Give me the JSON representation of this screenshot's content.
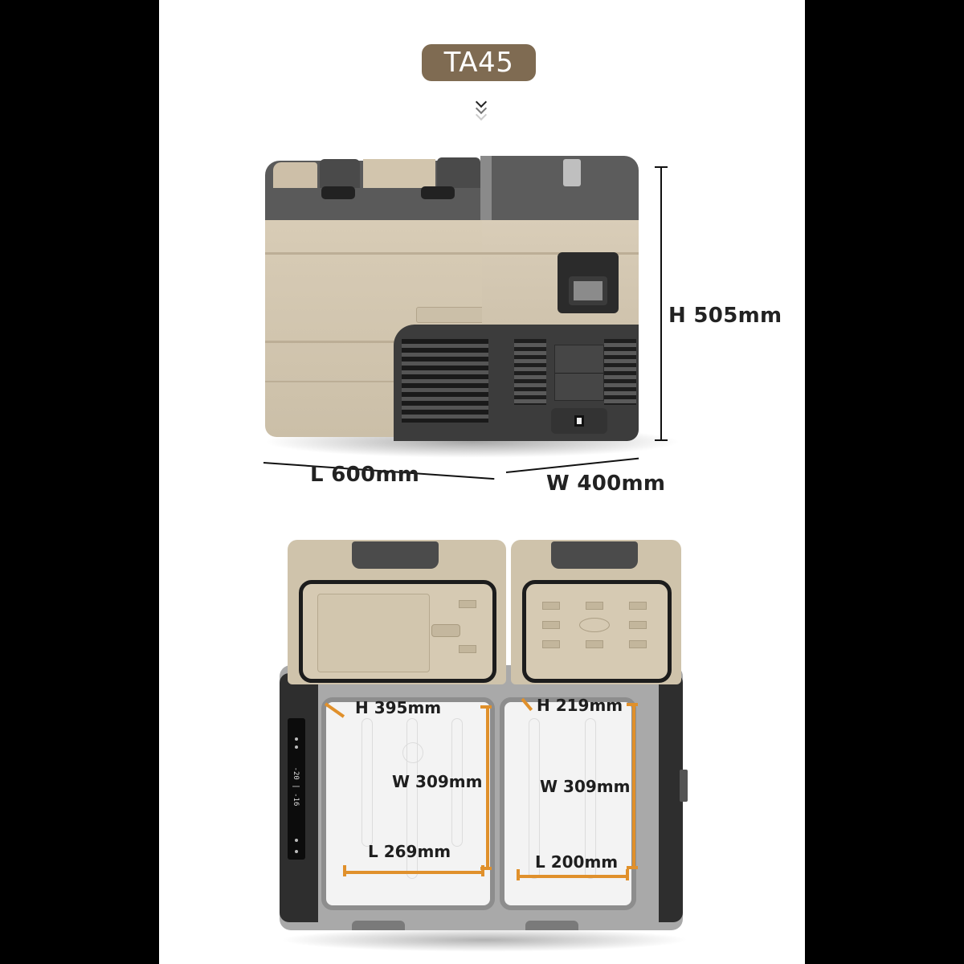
{
  "model": {
    "name": "TA45",
    "badge_color": "#7f6b52"
  },
  "scroll_hint": {
    "icon": "chevron-down-triple-icon"
  },
  "exterior_dimensions": {
    "height_label": "H 505mm",
    "length_label": "L 600mm",
    "width_label": "W 400mm"
  },
  "display_readout": {
    "left_temp": "-20",
    "right_temp": "-16"
  },
  "interior_dimensions": {
    "left_compartment": {
      "height_label": "H 395mm",
      "width_label": "W 309mm",
      "length_label": "L 269mm"
    },
    "right_compartment": {
      "height_label": "H 219mm",
      "width_label": "W 309mm",
      "length_label": "L 200mm"
    },
    "measure_color": "#e0902b"
  },
  "colors": {
    "background": "#ffffff",
    "side_bars": "#000000",
    "body_tan": "#d2c5ad",
    "body_dark": "#3c3c3c"
  }
}
